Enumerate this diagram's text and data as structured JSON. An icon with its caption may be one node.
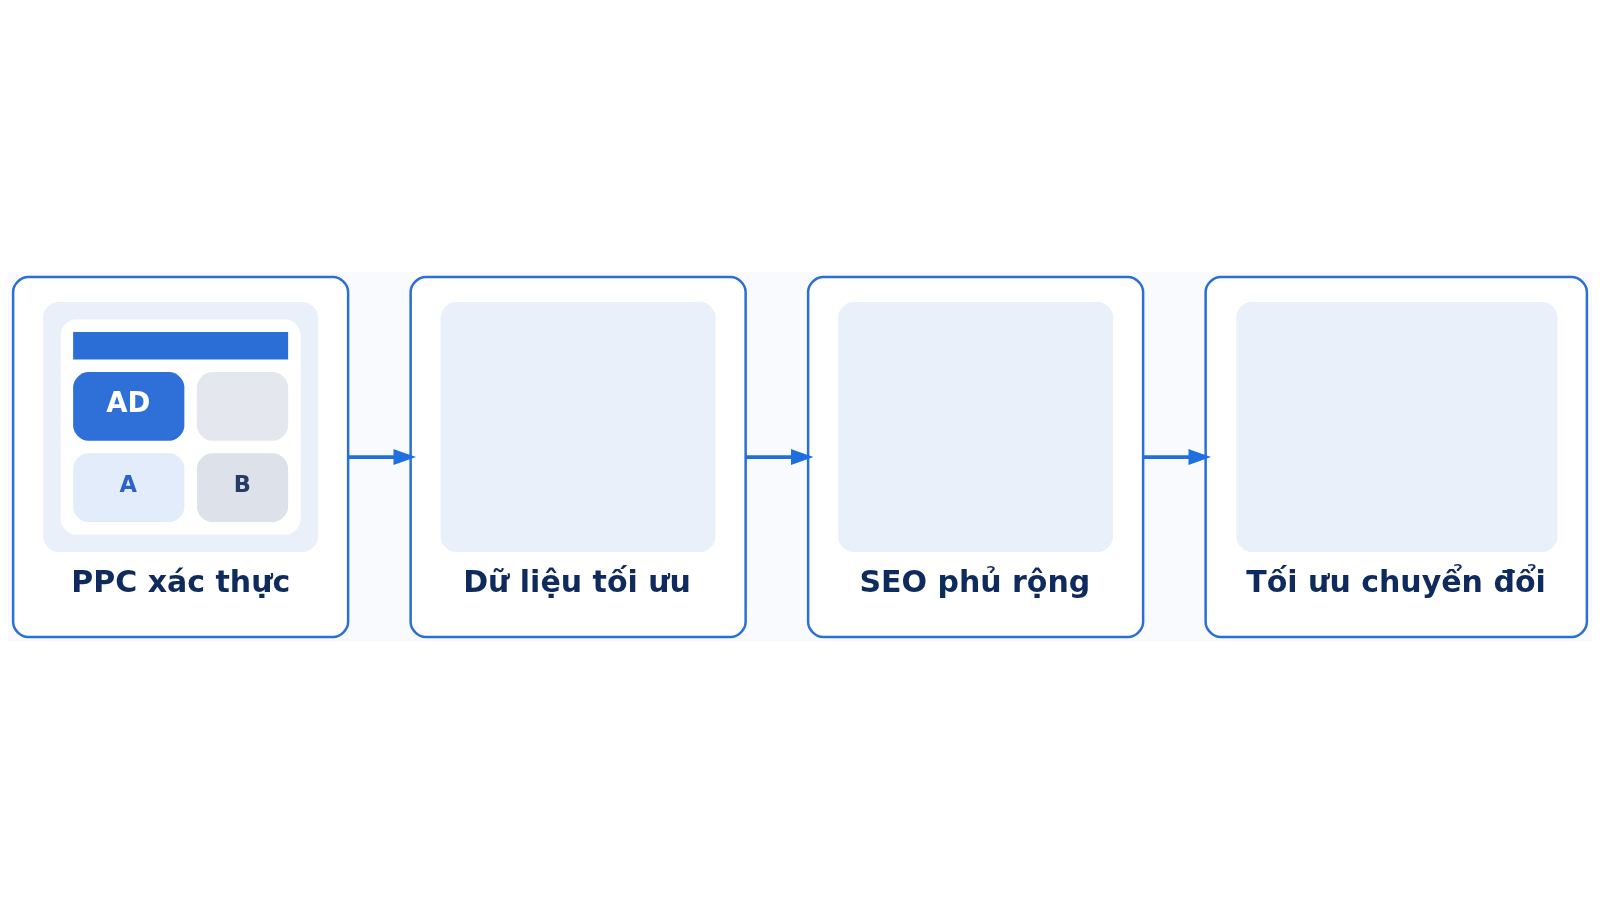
{
  "diagram": {
    "nodes": [
      {
        "text": [
          "AD",
          "A",
          "B",
          "PPC xác thực"
        ]
      },
      {
        "text": [
          "Dữ liệu tối ưu"
        ]
      },
      {
        "text": [
          "SEO phủ rộng"
        ]
      },
      {
        "text": [
          "Tối ưu chuyển đổi"
        ]
      }
    ],
    "edges": [
      {
        "from": 0,
        "to": 1,
        "arrow": "to"
      },
      {
        "from": 1,
        "to": 2,
        "arrow": "to"
      },
      {
        "from": 2,
        "to": 3,
        "arrow": "to"
      }
    ]
  }
}
